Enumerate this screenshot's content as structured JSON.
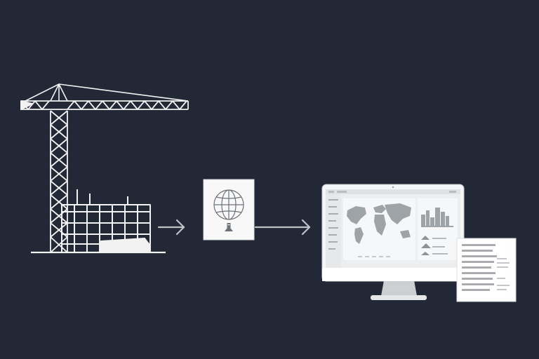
{
  "diagram": {
    "stages": [
      {
        "id": "construction-site",
        "icon": "crane-building-icon"
      },
      {
        "id": "geo-document",
        "icon": "globe-document-icon"
      },
      {
        "id": "dashboard-report",
        "icon": "monitor-dashboard-icon"
      }
    ],
    "connectors": [
      {
        "from": "construction-site",
        "to": "geo-document",
        "icon": "arrow-right-icon"
      },
      {
        "from": "geo-document",
        "to": "dashboard-report",
        "icon": "arrow-right-icon"
      }
    ]
  },
  "colors": {
    "background": "#222835",
    "line": "#f2f2f2",
    "arrow": "#bfc3c8",
    "screen": "#eceef0",
    "map_land": "#9ea3a8",
    "paper": "#ffffff",
    "text_bar": "#a8acb0"
  }
}
